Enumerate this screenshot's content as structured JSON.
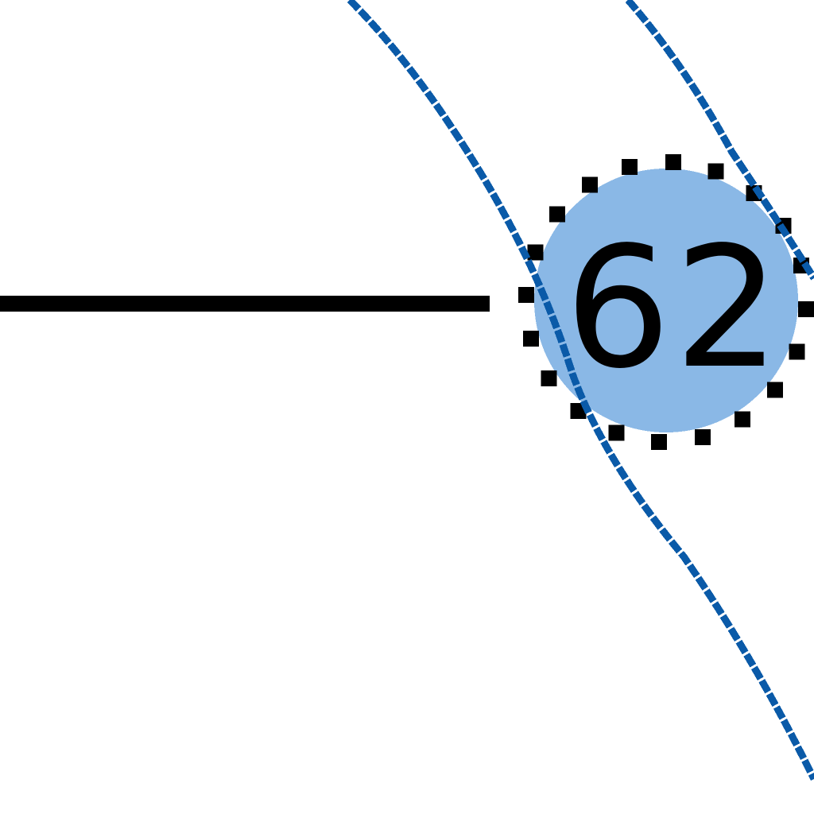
{
  "diagram": {
    "background_color": "#ffffff",
    "node": {
      "label": "62",
      "fill_color": "#8ab8e6",
      "border_style": "dotted",
      "border_color": "#000000",
      "text_color": "#000000"
    },
    "edge": {
      "color": "#000000",
      "style": "solid"
    },
    "curves": {
      "color": "#0a5aa8",
      "count": 2
    }
  }
}
